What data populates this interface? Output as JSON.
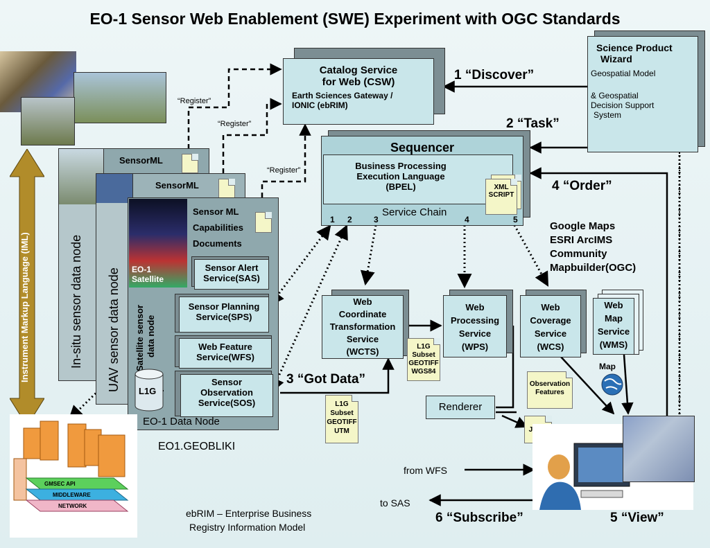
{
  "title": "EO-1 Sensor Web Enablement (SWE) Experiment with OGC Standards",
  "csw": {
    "line1": "Catalog Service",
    "line2": "for Web (CSW)",
    "line3": "Earth Sciences Gateway /",
    "line4": "IONIC (ebRIM)"
  },
  "register": "“Register”",
  "steps": {
    "discover": "1 “Discover”",
    "task": "2 “Task”",
    "order": "4 “Order”",
    "got_data": "3 “Got Data”",
    "subscribe": "6 “Subscribe”",
    "view": "5 “View”"
  },
  "wizard": {
    "title1": "Science Product",
    "title2": "Wizard",
    "line1": "Geospatial Model",
    "line2": "& Geospatial",
    "line3": "Decision Support",
    "line4": "System"
  },
  "sequencer": {
    "title": "Sequencer",
    "bpel1": "Business Processing",
    "bpel2": "Execution Language",
    "bpel3": "(BPEL)",
    "xml1": "XML",
    "xml2": "SCRIPT",
    "chain": "Service Chain",
    "nums": [
      "1",
      "2",
      "3",
      "4",
      "5"
    ]
  },
  "nodes": {
    "sensorml": "SensorML",
    "insitu": "In-situ sensor data node",
    "uav": "UAV sensor data node",
    "satellite1": "Satellite sensor",
    "satellite2": "data node",
    "eo1_1": "EO-1",
    "eo1_2": "Satellite",
    "sml1": "Sensor ML",
    "sml2": "Capabilities",
    "sml3": "Documents",
    "data_node": "EO-1 Data Node",
    "geobliki": "EO1.GEOBLIKI",
    "l1g": "L1G"
  },
  "services": {
    "sas1": "Sensor Alert",
    "sas2": "Service(SAS)",
    "sps1": "Sensor Planning",
    "sps2": "Service(SPS)",
    "wfs1": "Web Feature",
    "wfs2": "Service(WFS)",
    "sos1": "Sensor",
    "sos2": "Observation",
    "sos3": "Service(SOS)",
    "wcts": [
      "Web",
      "Coordinate",
      "Transformation",
      "Service",
      "(WCTS)"
    ],
    "wps": [
      "Web",
      "Processing",
      "Service",
      "(WPS)"
    ],
    "wcs": [
      "Web",
      "Coverage",
      "Service",
      "(WCS)"
    ],
    "wms": [
      "Web",
      "Map",
      "Service",
      "(WMS)"
    ],
    "renderer": "Renderer"
  },
  "products": {
    "google1": "Google Maps",
    "google2": "ESRI ArcIMS",
    "google3": "Community",
    "google4": "Mapbuilder(OGC)"
  },
  "notes": {
    "wcts": [
      "L1G",
      "Subset",
      "GEOTIFF",
      "WGS84"
    ],
    "sos": [
      "L1G",
      "Subset",
      "GEOTIFF",
      "UTM"
    ],
    "obs": [
      "Observation",
      "Features"
    ],
    "jpeg": "JPEG",
    "map": "Map"
  },
  "iml": "Instrument Markup Language (IML)",
  "from_wfs": "from WFS",
  "to_sas": "to SAS",
  "ebrim1": "ebRIM – Enterprise Business",
  "ebrim2": "Registry Information Model",
  "gmsec": {
    "api": "GMSEC API",
    "mw": "MIDDLEWARE",
    "net": "NETWORK"
  }
}
